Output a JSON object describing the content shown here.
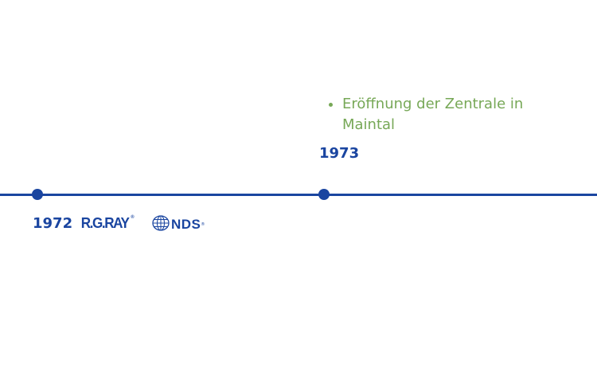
{
  "timeline": {
    "line_color": "#1a45a0",
    "entries": [
      {
        "year": "1972",
        "logos": [
          {
            "name": "R.G.RAY",
            "mark": "®"
          },
          {
            "name": "NDS",
            "mark": "®",
            "icon": "globe-icon"
          }
        ]
      },
      {
        "year": "1973",
        "events": [
          "Eröffnung der Zentrale in Maintal"
        ]
      }
    ]
  },
  "colors": {
    "primary_blue": "#1a45a0",
    "event_green": "#77a857"
  }
}
